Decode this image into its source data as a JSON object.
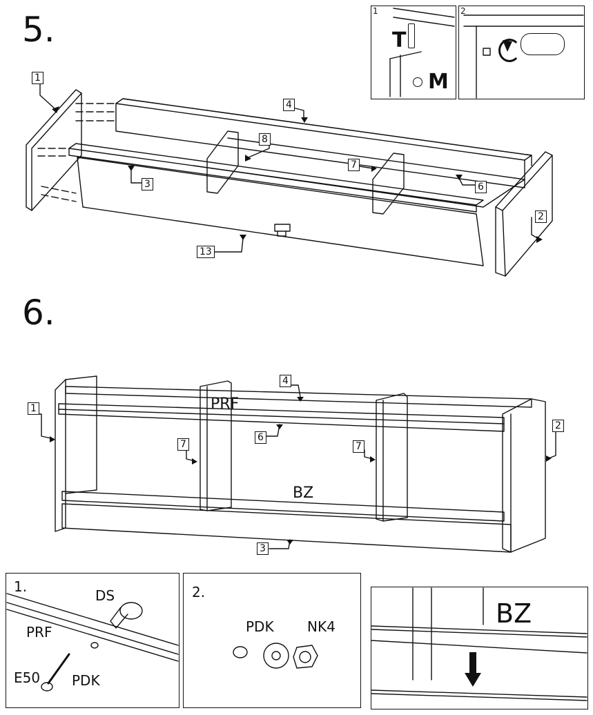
{
  "steps": {
    "step5": "5.",
    "step6": "6."
  },
  "step5": {
    "parts": {
      "p1": "1",
      "p2": "2",
      "p3": "3",
      "p4": "4",
      "p6": "6",
      "p7": "7",
      "p8": "8",
      "p13": "13"
    },
    "inset1": {
      "number": "1",
      "t_label": "T",
      "m_label": "M"
    },
    "inset2": {
      "number": "2"
    }
  },
  "step6": {
    "parts": {
      "p1": "1",
      "p2": "2",
      "p3": "3",
      "p4": "4",
      "p6": "6",
      "p7a": "7",
      "p7b": "7"
    },
    "prf": "PRF",
    "bz": "BZ"
  },
  "details": {
    "d1": {
      "number": "1.",
      "ds": "DS",
      "prf": "PRF",
      "e50": "E50",
      "pdk": "PDK"
    },
    "d2": {
      "number": "2.",
      "pdk": "PDK",
      "nk4": "NK4"
    },
    "d3": {
      "bz": "BZ"
    }
  }
}
